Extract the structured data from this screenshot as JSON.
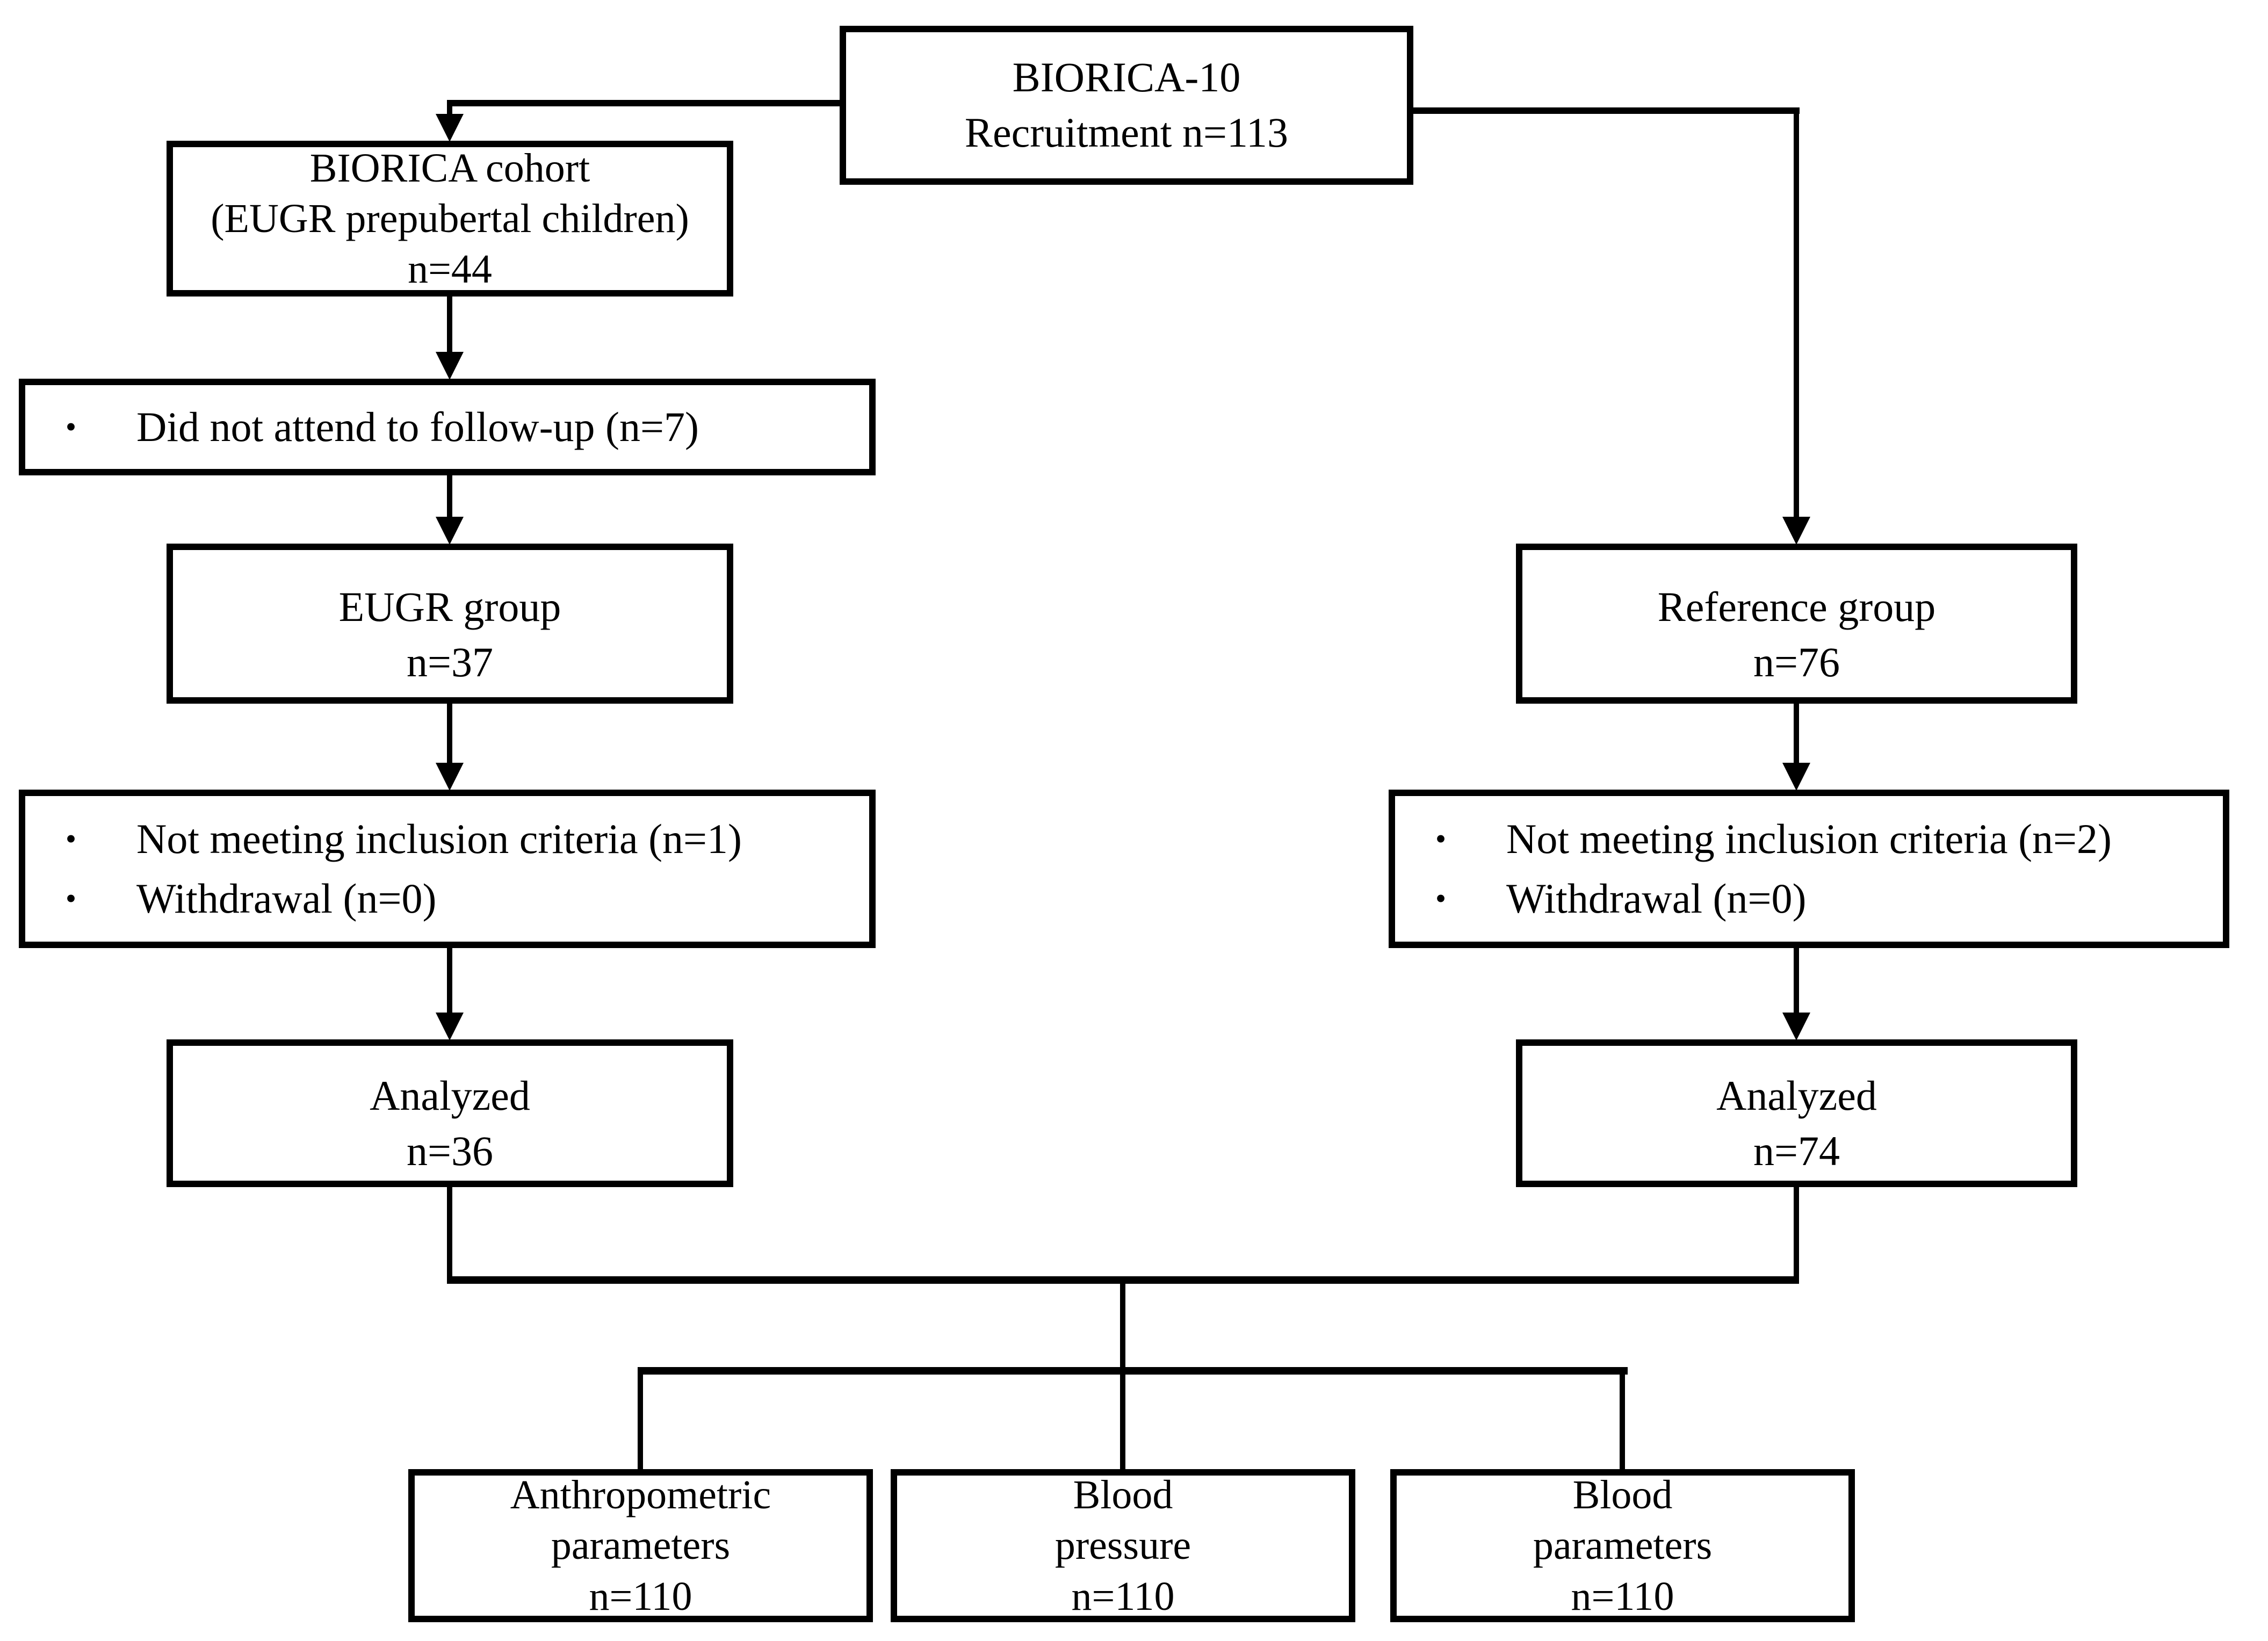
{
  "colors": {
    "ink": "#000000",
    "background": "#ffffff"
  },
  "glyphs": {
    "bullet": "•"
  },
  "flowchart": {
    "recruitment": {
      "lines": [
        "BIORICA-10",
        "Recruitment n=113"
      ]
    },
    "cohort": {
      "lines": [
        "BIORICA cohort",
        "(EUGR prepubertal children)",
        "n=44"
      ]
    },
    "followup_exclusion": {
      "items": [
        "Did not attend to follow-up (n=7)"
      ]
    },
    "eugr_group": {
      "lines": [
        "EUGR group",
        "n=37"
      ]
    },
    "eugr_exclusion": {
      "items": [
        "Not meeting inclusion criteria (n=1)",
        "Withdrawal (n=0)"
      ]
    },
    "eugr_analyzed": {
      "lines": [
        "Analyzed",
        "n=36"
      ]
    },
    "reference_group": {
      "lines": [
        "Reference group",
        "n=76"
      ]
    },
    "reference_exclusion": {
      "items": [
        "Not meeting inclusion criteria (n=2)",
        "Withdrawal (n=0)"
      ]
    },
    "reference_analyzed": {
      "lines": [
        "Analyzed",
        "n=74"
      ]
    },
    "anthropometric": {
      "lines": [
        "Anthropometric",
        "parameters",
        "n=110"
      ]
    },
    "blood_pressure": {
      "lines": [
        "Blood",
        "pressure",
        "n=110"
      ]
    },
    "blood_parameters": {
      "lines": [
        "Blood",
        "parameters",
        "n=110"
      ]
    }
  }
}
